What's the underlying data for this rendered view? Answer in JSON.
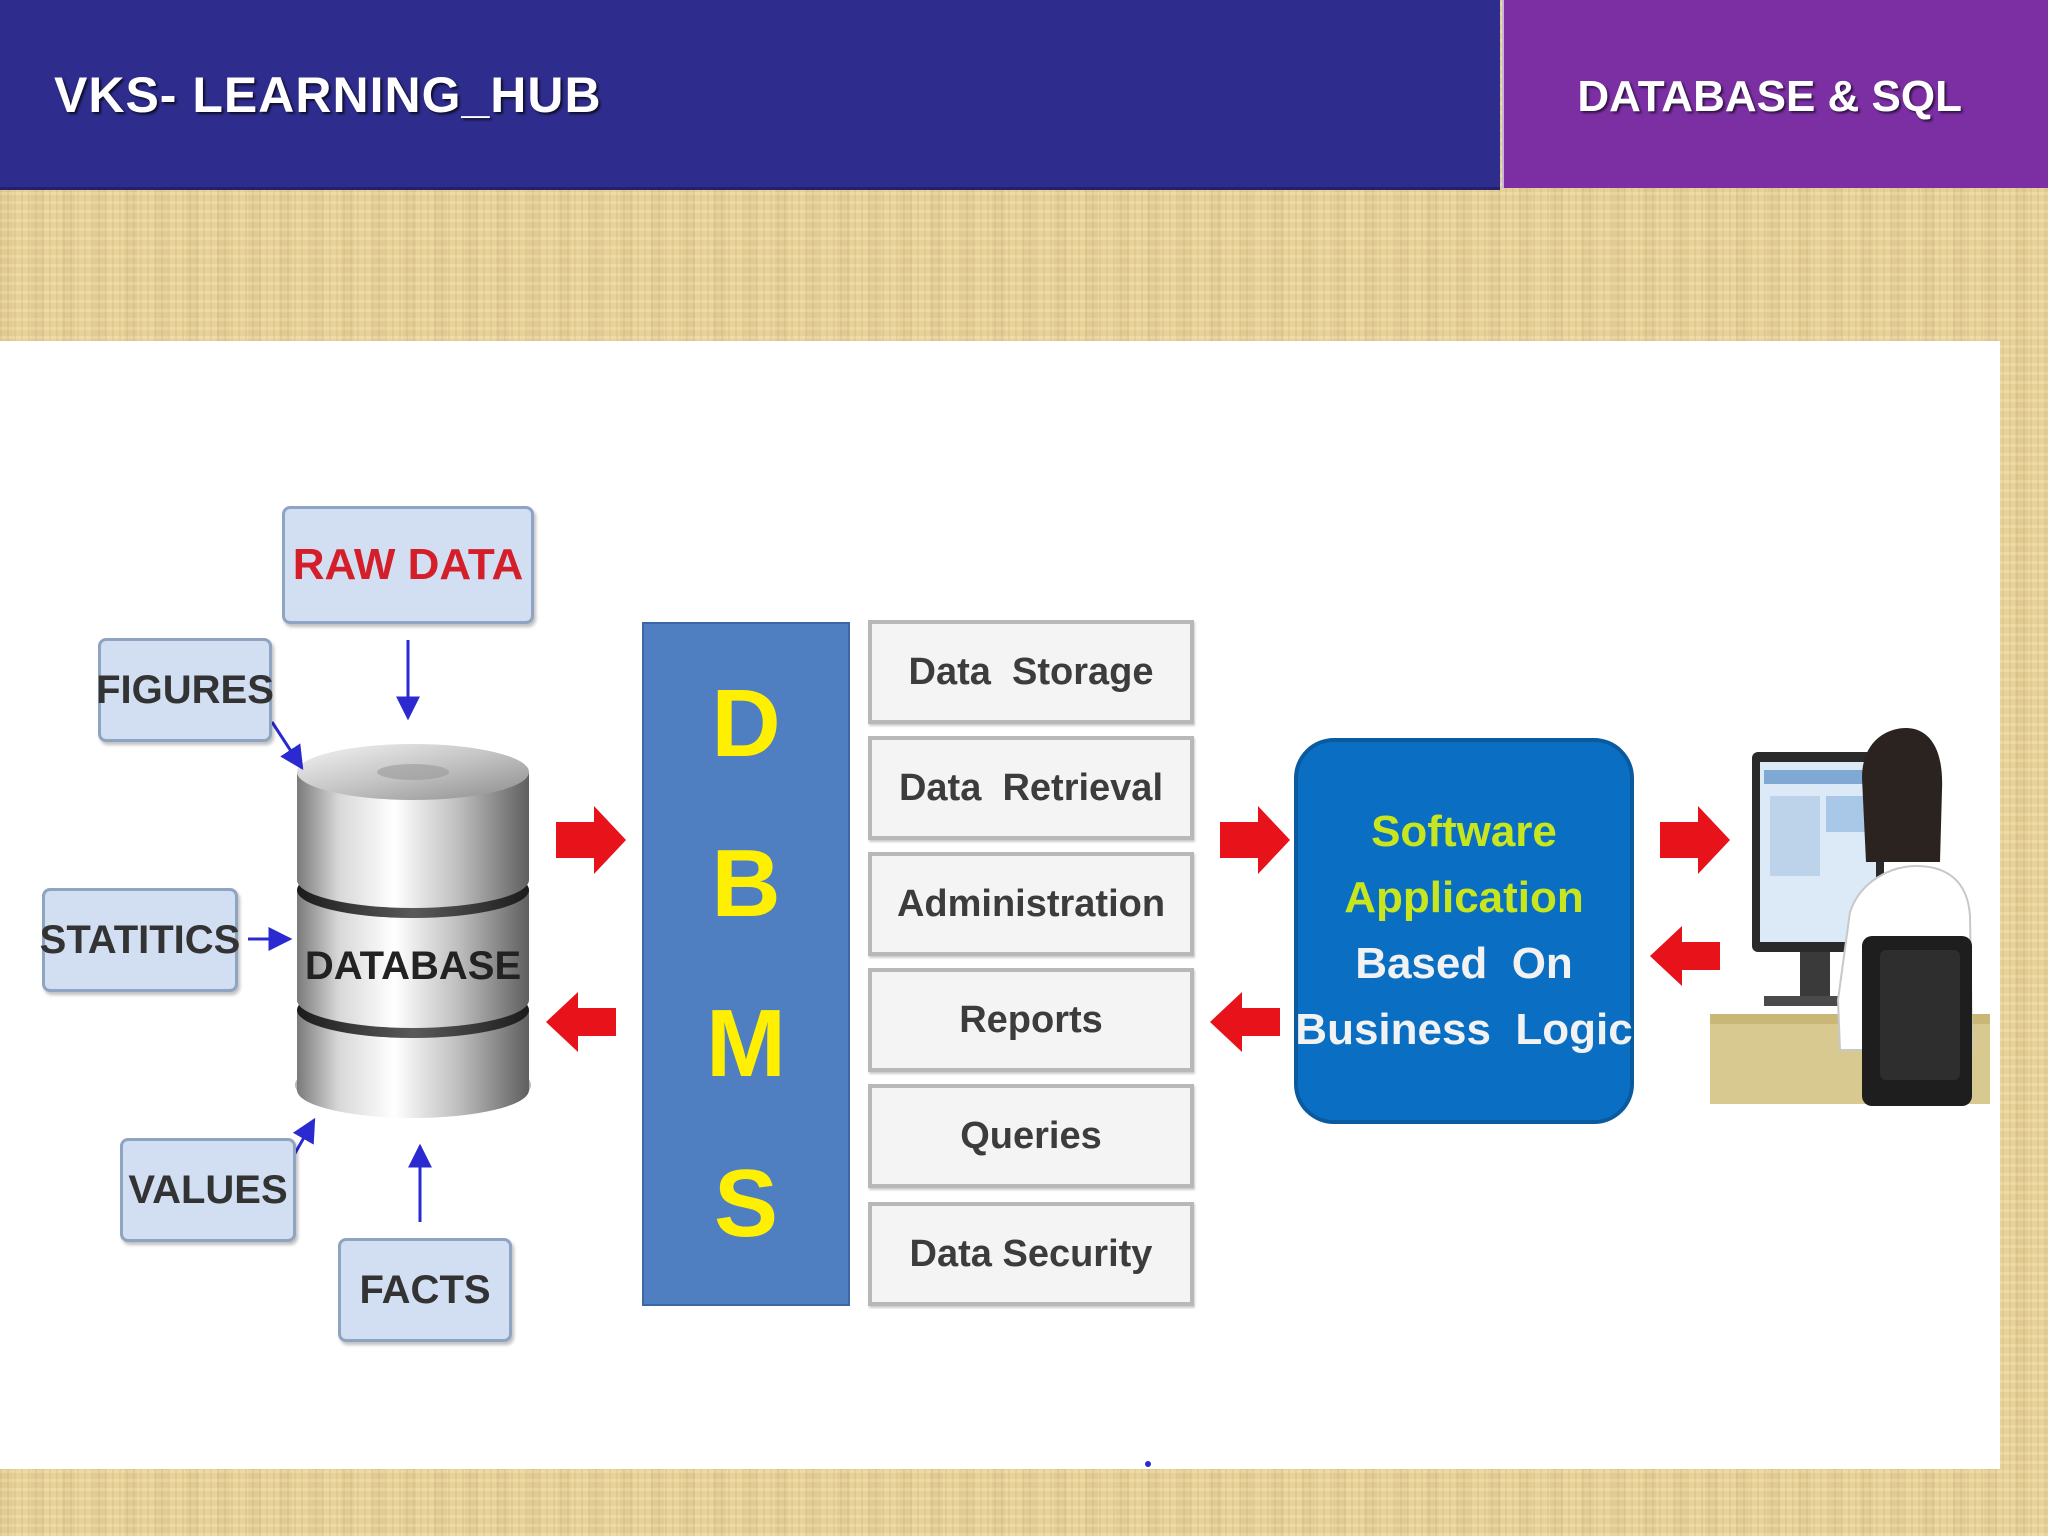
{
  "header": {
    "title": "VKS- LEARNING_HUB",
    "subject": "DATABASE & SQL"
  },
  "diagram": {
    "raw_data": "RAW DATA",
    "sources": {
      "figures": "FIGURES",
      "statitics": "STATITICS",
      "values": "VALUES",
      "facts": "FACTS"
    },
    "database_label": "DATABASE",
    "dbms_letters": [
      "D",
      "B",
      "M",
      "S"
    ],
    "functions": [
      "Data  Storage",
      "Data  Retrieval",
      "Administration",
      "Reports",
      "Queries",
      "Data Security"
    ],
    "app_lines": [
      "Software",
      "Application",
      "Based  On",
      "Business  Logic"
    ]
  },
  "colors": {
    "header_left": "#2e2c8c",
    "header_right": "#7b2fa3",
    "dbms_fill": "#4f7fc0",
    "dbms_letters": "#ffef00",
    "app_fill": "#0a6fc2",
    "app_highlight": "#c8e61e",
    "flow_arrow": "#e8121b",
    "source_arrow": "#2a2ad0",
    "raw_data_text": "#d41e2a"
  },
  "icons": [
    "database-cylinder-icon",
    "user-at-computer-icon",
    "right-arrow-icon",
    "left-arrow-icon",
    "down-arrow-icon",
    "up-arrow-icon"
  ]
}
